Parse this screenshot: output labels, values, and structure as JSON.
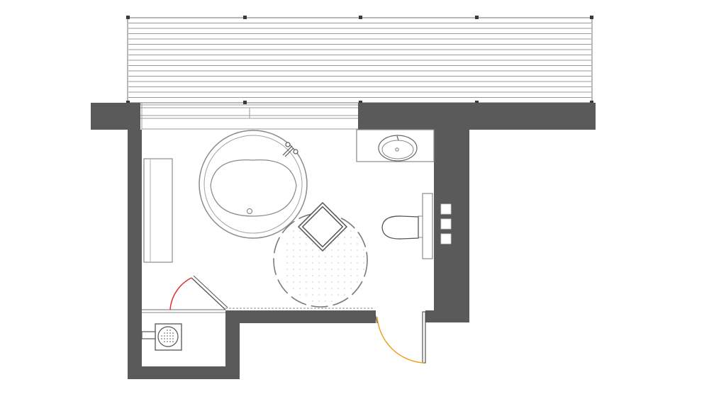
{
  "colors": {
    "wall": "#5a5a5a",
    "wall_edge": "#2f2f2f",
    "line": "#9a9a9a",
    "fixture": "#6d6d6d",
    "door_swing_inner": "#e03030",
    "door_swing_outer": "#f0a020",
    "background": "#ffffff"
  },
  "elements": {
    "deck": "wooden-deck",
    "bathtub": "round-bathtub",
    "bench": "wall-bench",
    "sink": "washbasin",
    "toilet": "toilet",
    "shower": "shower-drain",
    "rug": "round-rug",
    "stool": "square-stool",
    "switches": "wall-switch-panel"
  }
}
